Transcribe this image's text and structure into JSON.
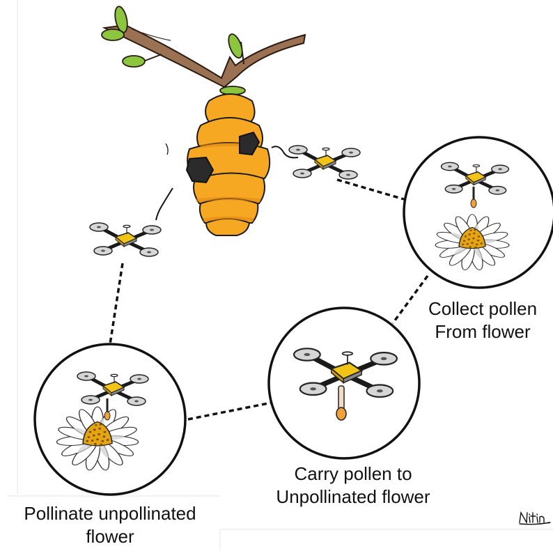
{
  "steps": {
    "collect": {
      "line1": "Collect pollen",
      "line2": "From flower"
    },
    "carry": {
      "line1": "Carry pollen to",
      "line2": "Unpollinated flower"
    },
    "pollinate": {
      "line1": "Pollinate unpollinated",
      "line2": "flower"
    }
  },
  "signature": "Nitin",
  "icons": [
    "tree-branch-icon",
    "beehive-icon",
    "drone-icon",
    "daisy-flower-icon",
    "pollen-icon"
  ],
  "colors": {
    "hive": "#f7a823",
    "hive_shadow": "#e58a12",
    "branch": "#9a7153",
    "leaf": "#8cc63f",
    "drone_body": "#f2c418",
    "pollen": "#f0a23a",
    "flower_center": "#e6a412",
    "outline": "#111111"
  }
}
